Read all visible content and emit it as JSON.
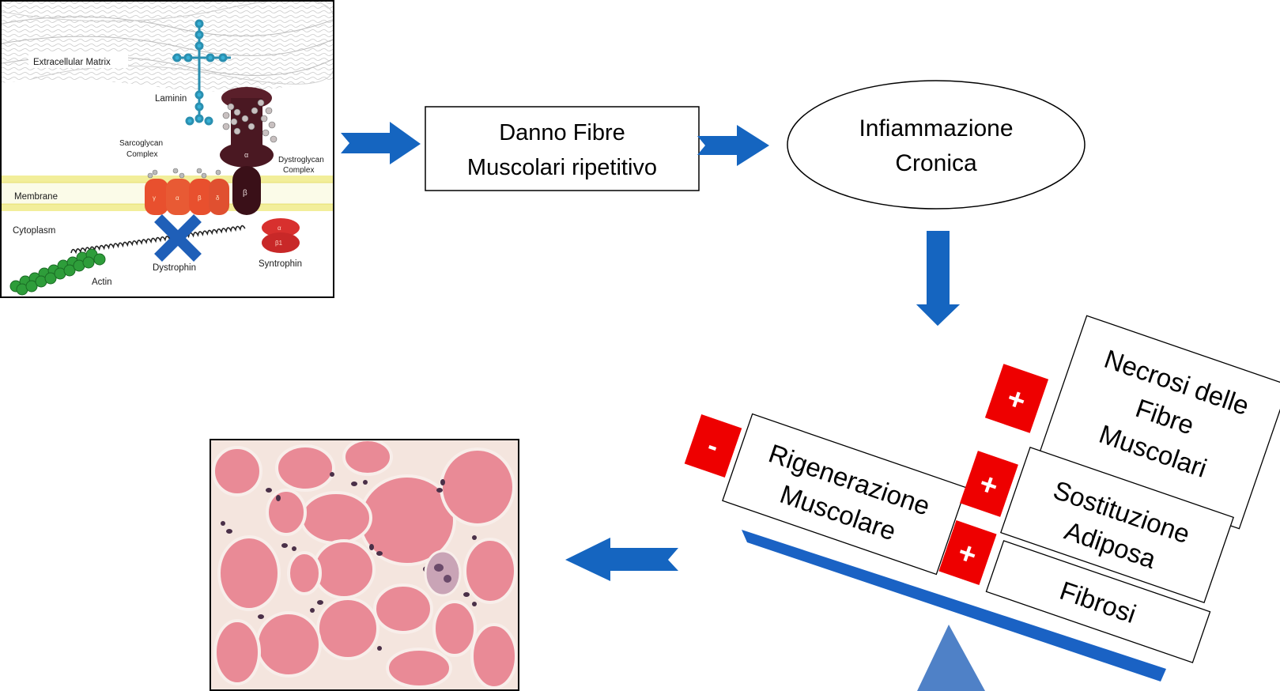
{
  "membrane_figure": {
    "labels": {
      "extracellular_matrix": "Extracellular Matrix",
      "laminin": "Laminin",
      "sarcoglycan_1": "Sarcoglycan",
      "sarcoglycan_2": "Complex",
      "dystroglycan_1": "Dystroglycan",
      "dystroglycan_2": "Complex",
      "membrane": "Membrane",
      "cytoplasm": "Cytoplasm",
      "dystrophin": "Dystrophin",
      "syntrophin": "Syntrophin",
      "actin": "Actin"
    },
    "subunits": {
      "gamma": "γ",
      "alpha": "α",
      "beta": "β",
      "delta": "δ",
      "dg_beta": "β",
      "dg_alpha": "α",
      "syn_alpha": "α",
      "syn_beta1": "β1"
    }
  },
  "flow": {
    "damage_line1": "Danno  Fibre",
    "damage_line2": "Muscolari ripetitivo",
    "inflammation_line1": "Infiammazione",
    "inflammation_line2": "Cronica"
  },
  "balance": {
    "regeneration_line1": "Rigenerazione",
    "regeneration_line2": "Muscolare",
    "regeneration_sign": "-",
    "necrosis_line1": "Necrosi delle",
    "necrosis_line2": "Fibre",
    "necrosis_line3": "Muscolari",
    "necrosis_sign": "+",
    "adipose_line1": "Sostituzione",
    "adipose_line2": "Adiposa",
    "adipose_sign": "+",
    "fibrosis": "Fibrosi",
    "fibrosis_sign": "+"
  },
  "colors": {
    "arrow_blue": "#1565c0",
    "beam_blue": "#1a62c4",
    "fulcrum_blue": "#4f81c7",
    "sign_red": "#ee0000",
    "dystrophin_x": "#1f5fb8"
  }
}
